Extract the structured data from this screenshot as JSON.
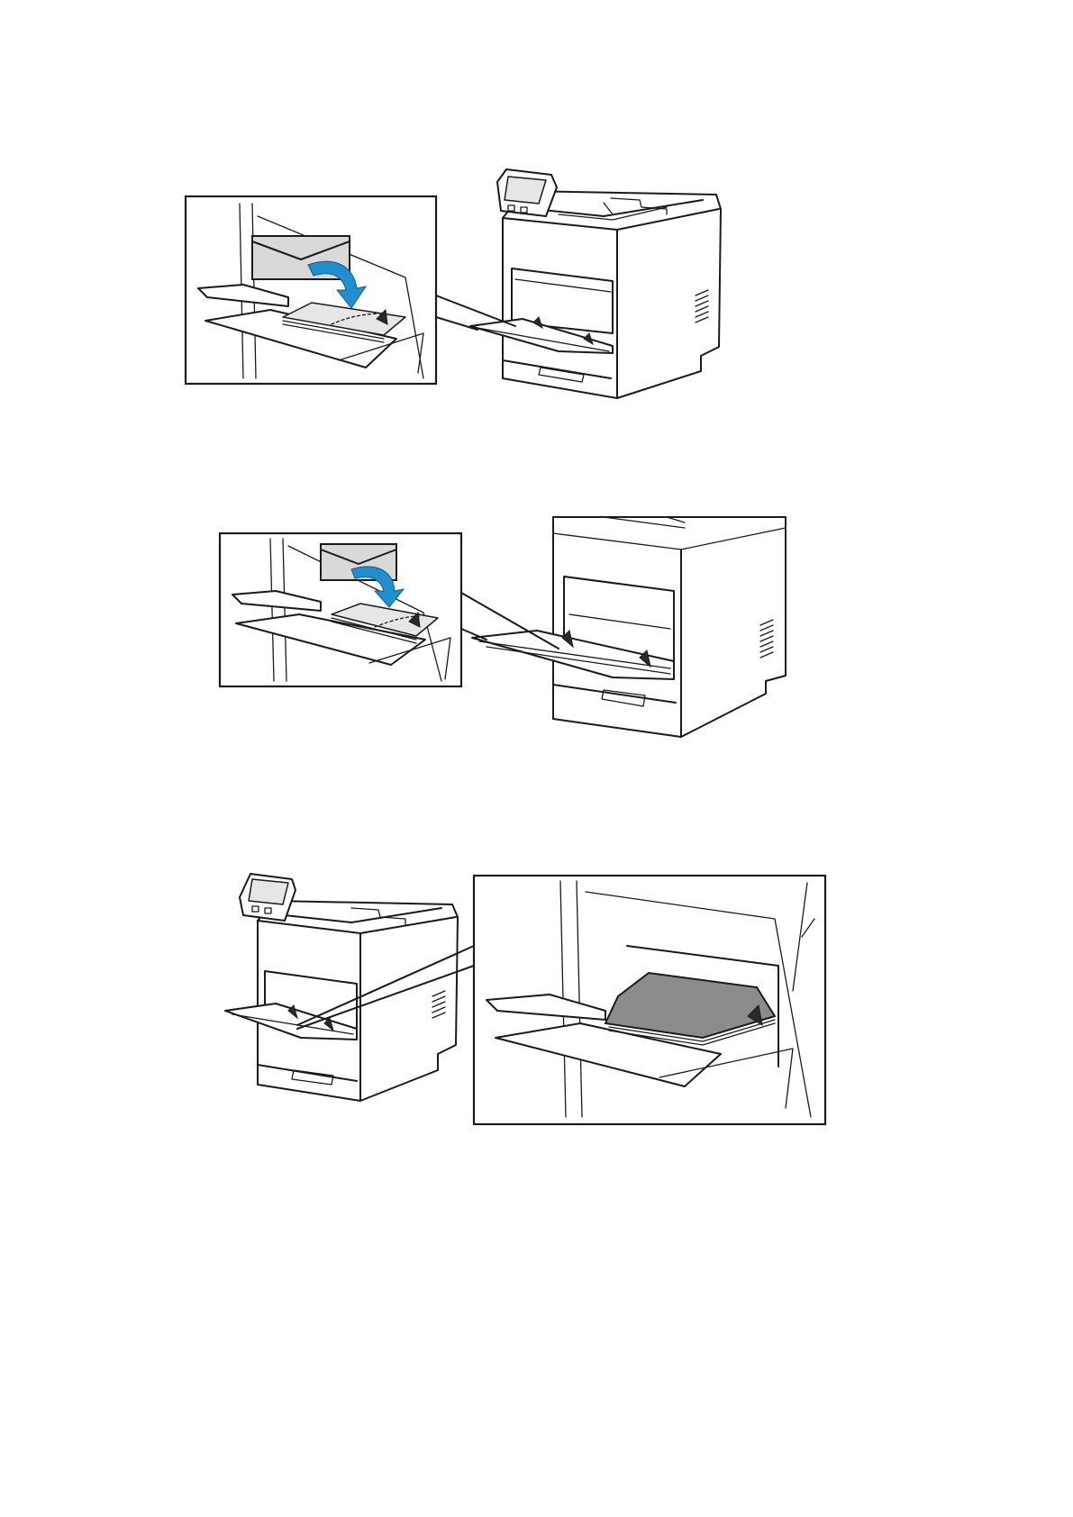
{
  "figures": [
    {
      "id": "step-1",
      "illustration": "printer-front-bypass-tray-envelopes-flap-down"
    },
    {
      "id": "step-2",
      "illustration": "printer-lower-body-bypass-tray-envelopes-flap-down"
    },
    {
      "id": "step-3",
      "illustration": "printer-bypass-tray-envelope-stack-loaded"
    }
  ],
  "colors": {
    "arrow": "#1f8fd0",
    "envelope_fill": "#d9d9d9",
    "envelope_stack": "#8c8c8c",
    "line": "#1a1a1a"
  },
  "icons": [
    "envelope-icon",
    "curved-arrow-icon",
    "printer-icon",
    "control-panel-icon"
  ]
}
